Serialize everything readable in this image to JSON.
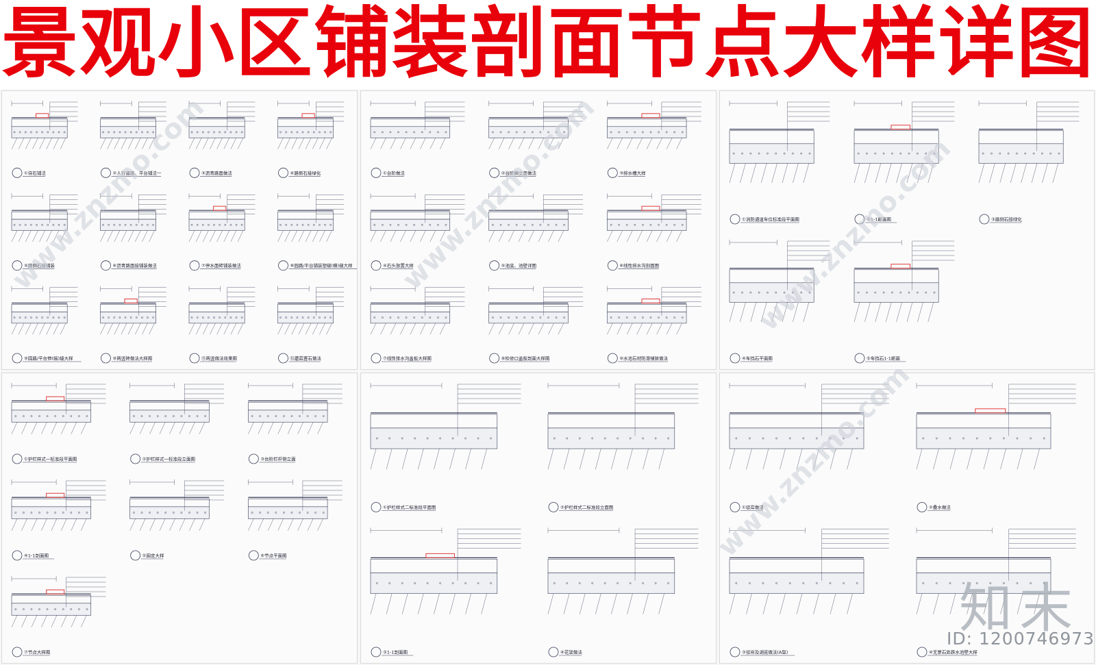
{
  "title": "景观小区铺装剖面节点大样详图",
  "watermark": {
    "text": "知末",
    "id_text": "ID: 1200746973",
    "site": "www.znzmo.com"
  },
  "colors": {
    "title": "#e8000b",
    "line": "#3a3f5a",
    "accent": "#e23b3b"
  },
  "sheets": [
    {
      "name": "sheet-1",
      "captions": [
        "①块石铺法",
        "②人行道路、平台铺法一",
        "③沥青路面做法",
        "④路侧石接绿化",
        "⑤路侧石接铺装",
        "⑥沥青路面接铺装做法",
        "⑦停水面砖铺装做法",
        "⑧园路/平台铺装塑缝(横)缝大样",
        "⑨园路/平台伸(缩)缝大样",
        "⑩两竖砖做法大样图",
        "⑪两竖做法效果图",
        "⑫蘑菇置石做法"
      ]
    },
    {
      "name": "sheet-2",
      "captions": [
        "①台阶做法",
        "②台阶侧立面做法",
        "③排水槽大样",
        "④石头放置大样",
        "⑤池底、池壁详图",
        "⑥线性排水沟剖面图",
        "⑦线性排水沟盖板大样图",
        "⑧检修口盖板剖面大样图",
        "⑨水池石材防滑铺装做法"
      ]
    },
    {
      "name": "sheet-3",
      "captions": [
        "①消防通道车位标准段平面图",
        "②1-1断面图",
        "③路侧石接绿化",
        "④车挡石平面图",
        "⑤车挡石1-1断面"
      ]
    },
    {
      "name": "sheet-4",
      "captions": [
        "①护栏样式一标准段平面图",
        "②护栏样式一标准段立面图",
        "③台阶栏杆侧立面",
        "④1-1剖面图",
        "⑤固定大样",
        "⑥节点平面图",
        "⑦节点大样图"
      ]
    },
    {
      "name": "sheet-5",
      "captions": [
        "①护栏样式二标准段平面图",
        "②护栏样式二标准段立面图",
        "③1-1剖面图",
        "④花架做法"
      ]
    },
    {
      "name": "sheet-6",
      "captions": [
        "①驳岸做法",
        "②叠水做法",
        "③驳岸及湖底做法(A型)",
        "④无景石处跌水池壁大样"
      ]
    }
  ]
}
